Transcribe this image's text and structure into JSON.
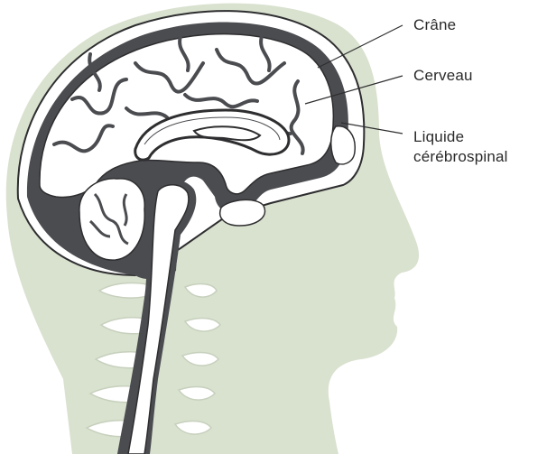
{
  "labels": {
    "skull": "Crâne",
    "brain": "Cerveau",
    "csf_line1": "Liquide",
    "csf_line2": "cérébrospinal"
  },
  "colors": {
    "head_silhouette": "#d9e1cf",
    "csf_dark": "#4b4c50",
    "brain_tissue": "#ffffff",
    "outline": "#2e2e30",
    "leader_lines": "#2e2e30",
    "label_text": "#2a2a2a"
  }
}
